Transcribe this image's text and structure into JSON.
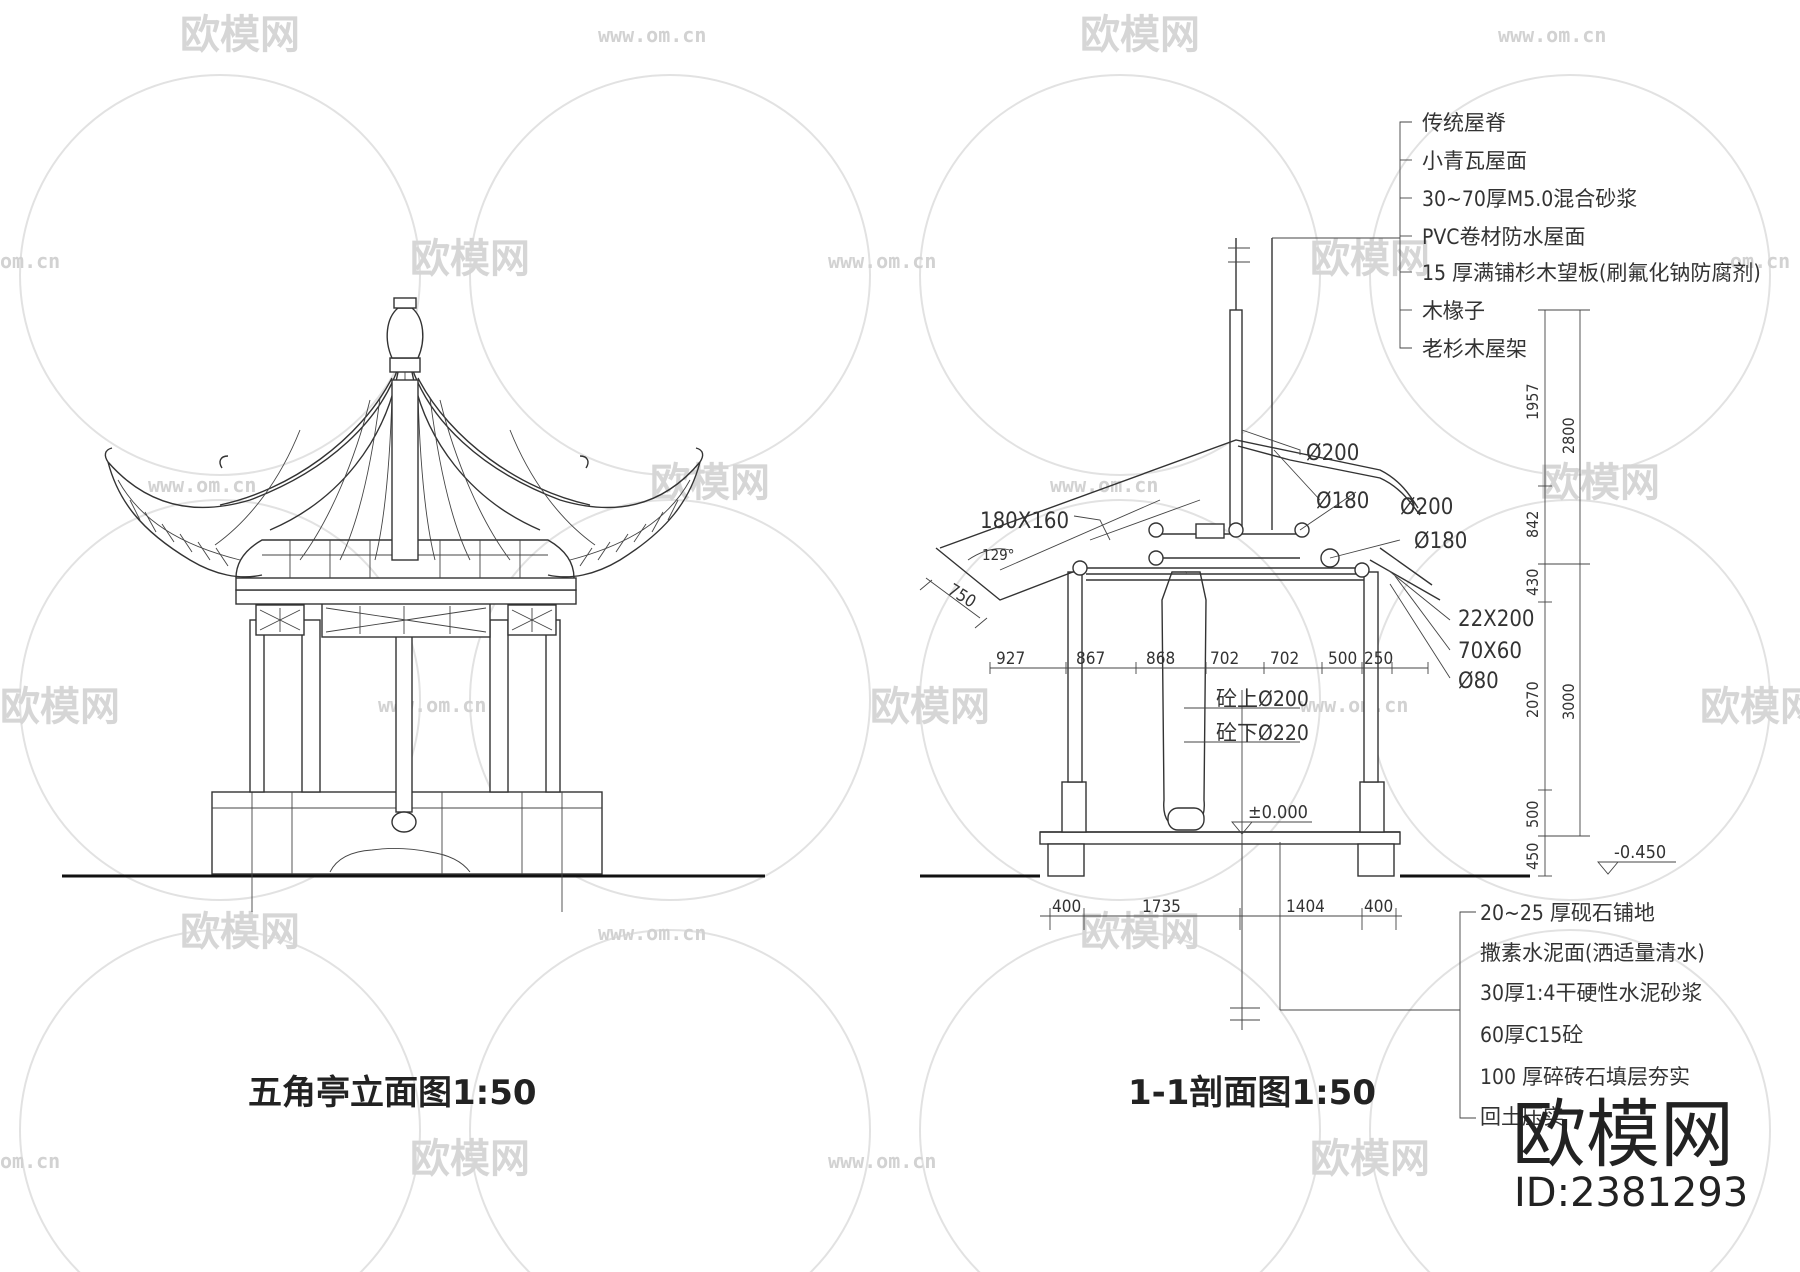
{
  "watermark": {
    "brand": "欧模网",
    "url": "www.om.cn",
    "url_partial": "om.cn",
    "id_text": "ID:2381293"
  },
  "titles": {
    "elevation": "五角亭立面图1:50",
    "section": "1-1剖面图1:50"
  },
  "roof_labels": [
    "传统屋脊",
    "小青瓦屋面",
    "30~70厚M5.0混合砂浆",
    "PVC卷材防水屋面",
    "15 厚满铺杉木望板(刷氟化钠防腐剂)",
    "木椽子",
    "老杉木屋架"
  ],
  "floor_labels": [
    "20~25 厚砚石铺地",
    "撒素水泥面(洒适量清水)",
    "30厚1:4干硬性水泥砂浆",
    "60厚C15砼",
    "100 厚碎砖石填层夯实",
    "回土压实"
  ],
  "member_labels": {
    "d200_top": "Ø200",
    "d180_a": "Ø180",
    "d200_b": "Ø200",
    "d180_b": "Ø180",
    "beam": "180X160",
    "angle": "129°",
    "eave": "750",
    "r22x200": "22X200",
    "r70x60": "70X60",
    "d80": "Ø80",
    "col_up": "砼上Ø200",
    "col_down": "砼下Ø220",
    "level_0": "±0.000",
    "level_neg": "-0.450"
  },
  "dims_horizontal_top": [
    "927",
    "867",
    "868",
    "702",
    "702",
    "500",
    "250"
  ],
  "dims_horizontal_bottom": [
    "400",
    "1735",
    "1404",
    "400"
  ],
  "dims_vertical_inner": [
    "1957",
    "842",
    "430",
    "2070",
    "500",
    "450"
  ],
  "dims_vertical_outer": [
    "2800",
    "3000"
  ],
  "colors": {
    "line": "#333333",
    "watermark": "#d6d6d6",
    "ground": "#111111"
  }
}
